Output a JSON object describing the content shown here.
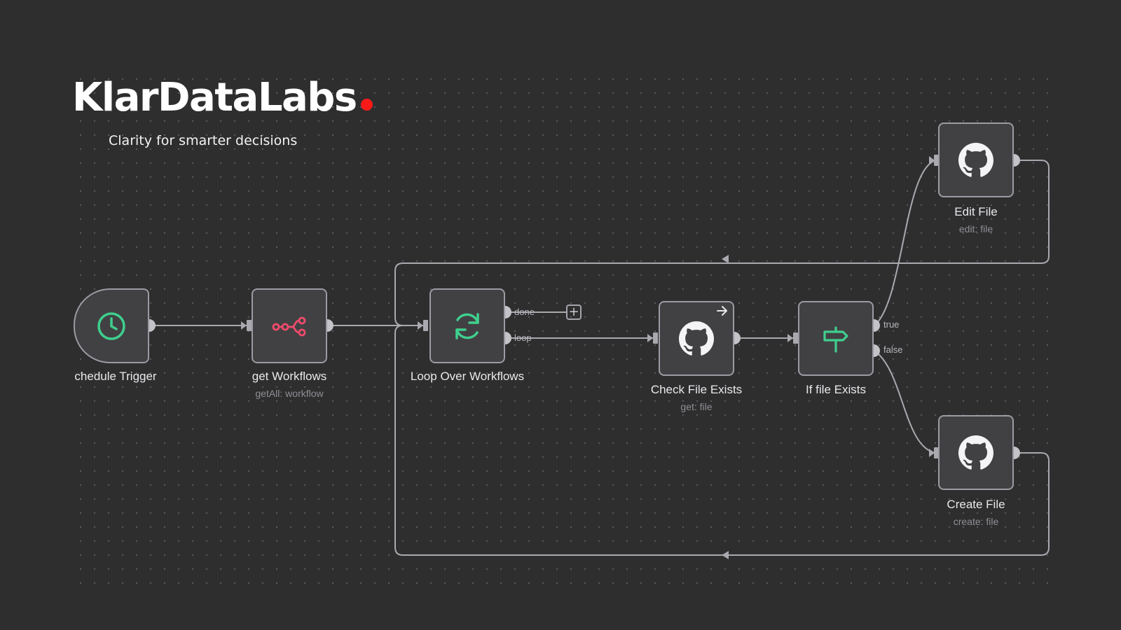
{
  "brand": {
    "name": "KlarDataLabs",
    "tagline": "Clarity for smarter decisions",
    "dot_color": "#ff1a1a"
  },
  "nodes": {
    "schedule_trigger": {
      "title": "chedule Trigger",
      "icon": "clock-icon",
      "icon_color": "#3fcf8e"
    },
    "get_workflows": {
      "title": "get Workflows",
      "subtitle": "getAll: workflow",
      "icon": "n8n-icon",
      "icon_color": "#ef4b6c"
    },
    "loop_over_workflows": {
      "title": "Loop Over Workflows",
      "icon": "refresh-icon",
      "icon_color": "#3fcf8e"
    },
    "check_file_exists": {
      "title": "Check File Exists",
      "subtitle": "get: file",
      "icon": "github-icon"
    },
    "if_file_exists": {
      "title": "If file Exists",
      "icon": "signpost-icon",
      "icon_color": "#3fcf8e"
    },
    "edit_file": {
      "title": "Edit File",
      "subtitle": "edit: file",
      "icon": "github-icon"
    },
    "create_file": {
      "title": "Create File",
      "subtitle": "create: file",
      "icon": "github-icon"
    }
  },
  "ports": {
    "done": "done",
    "loop": "loop",
    "true": "true",
    "false": "false",
    "add": "+"
  },
  "colors": {
    "background": "#2e2e2f",
    "node_fill": "#414143",
    "node_border": "#9b9ba3",
    "wire": "#a9a9af"
  }
}
